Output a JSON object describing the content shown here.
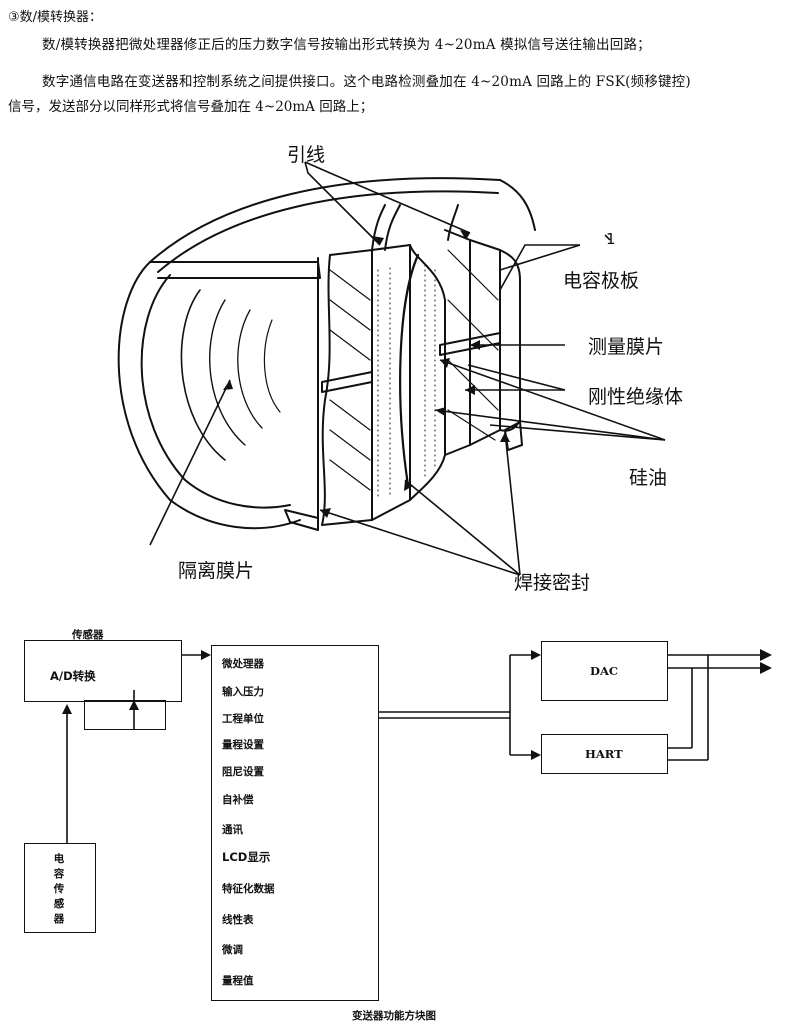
{
  "text": {
    "heading": "③数/模转换器：",
    "para1": "数/模转换器把微处理器修正后的压力数字信号按输出形式转换为 4~20mA 模拟信号送往输出回路；",
    "para2_line1": "数字通信电路在变送器和控制系统之间提供接口。这个电路检测叠加在 4~20mA 回路上的 FSK(频移键控)",
    "para2_line2": "信号，发送部分以同样形式将信号叠加在 4~20mA 回路上；"
  },
  "sensor_figure": {
    "labels": {
      "lead_wire": "引线",
      "number_mark": "1",
      "capacitor_plate": "电容极板",
      "measuring_diaphragm": "测量膜片",
      "rigid_insulator": "刚性绝缘体",
      "silicone_oil": "硅油",
      "isolation_diaphragm": "隔离膜片",
      "weld_seal": "焊接密封"
    }
  },
  "block_diagram": {
    "sensor_group_label": "传感器",
    "ad_block": "A/D转换",
    "cap_sensor_chars": [
      "电",
      "容",
      "传",
      "感",
      "器"
    ],
    "microprocessor_items": [
      "微处理器",
      "输入压力",
      "工程单位",
      "量程设置",
      "阻尼设置",
      "自补偿",
      "通讯",
      "LCD显示",
      "特征化数据",
      "线性表",
      "微调",
      "量程值"
    ],
    "dac_block": "DAC",
    "hart_block": "HART",
    "caption": "变送器功能方块图"
  }
}
